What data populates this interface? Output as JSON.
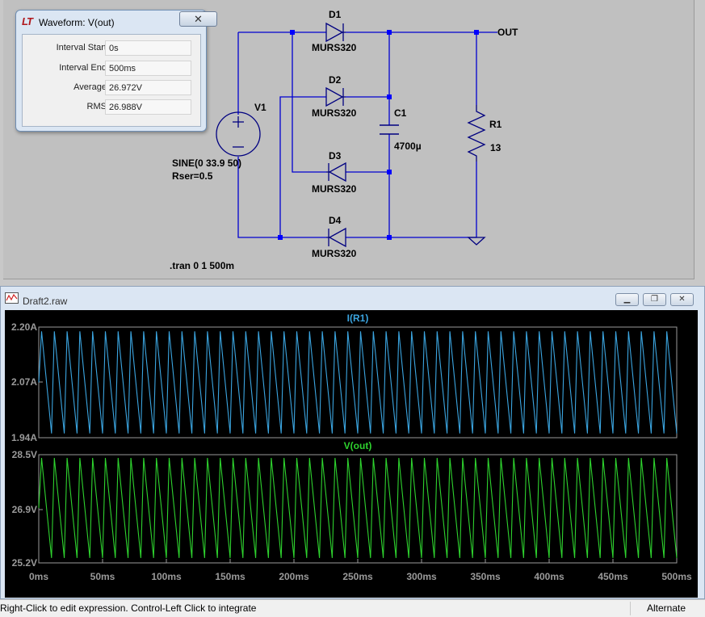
{
  "schematic": {
    "components": {
      "d1": {
        "name": "D1",
        "model": "MURS320"
      },
      "d2": {
        "name": "D2",
        "model": "MURS320"
      },
      "d3": {
        "name": "D3",
        "model": "MURS320"
      },
      "d4": {
        "name": "D4",
        "model": "MURS320"
      },
      "c1": {
        "name": "C1",
        "value": "4700µ"
      },
      "r1": {
        "name": "R1",
        "value": "13"
      },
      "v1": {
        "name": "V1",
        "value": "SINE(0 33.9 50)",
        "rser": "Rser=0.5"
      }
    },
    "net_label": "OUT",
    "directive": ".tran 0 1 500m",
    "colors": {
      "wire": "#0000d0",
      "component": "#000080",
      "junction": "#0000ff"
    }
  },
  "waveform_dialog": {
    "title": "Waveform: V(out)",
    "logo": "LT",
    "close_icon": "close-icon",
    "fields": [
      {
        "label": "Interval Start:",
        "value": "0s"
      },
      {
        "label": "Interval End:",
        "value": "500ms"
      },
      {
        "label": "Average:",
        "value": "26.972V"
      },
      {
        "label": "RMS:",
        "value": "26.988V"
      }
    ]
  },
  "plot_window": {
    "title": "Draft2.raw",
    "icon": "waveform-plot-icon",
    "buttons": {
      "minimize": "minimize-icon",
      "restore": "restore-icon",
      "close": "close-icon"
    }
  },
  "chart_data": [
    {
      "type": "line",
      "title": "I(R1)",
      "ytick_labels": [
        "2.20A",
        "2.07A",
        "1.94A"
      ],
      "ylim": [
        1.94,
        2.2
      ],
      "xlim": [
        0,
        500
      ],
      "series": [
        {
          "name": "I(R1)",
          "color": "#3ba5e0",
          "frequency_hz": 100,
          "min": 1.95,
          "max": 2.19
        }
      ]
    },
    {
      "type": "line",
      "title": "V(out)",
      "ytick_labels": [
        "28.5V",
        "26.9V",
        "25.2V"
      ],
      "ylim": [
        25.2,
        28.5
      ],
      "xlim": [
        0,
        500
      ],
      "xtick_labels": [
        "0ms",
        "50ms",
        "100ms",
        "150ms",
        "200ms",
        "250ms",
        "300ms",
        "350ms",
        "400ms",
        "450ms",
        "500ms"
      ],
      "series": [
        {
          "name": "V(out)",
          "color": "#2ed22e",
          "frequency_hz": 100,
          "min": 25.35,
          "max": 28.4
        }
      ],
      "grid": false
    }
  ],
  "status_bar": {
    "message": "Right-Click to edit expression. Control-Left Click to integrate",
    "mode": "Alternate"
  }
}
